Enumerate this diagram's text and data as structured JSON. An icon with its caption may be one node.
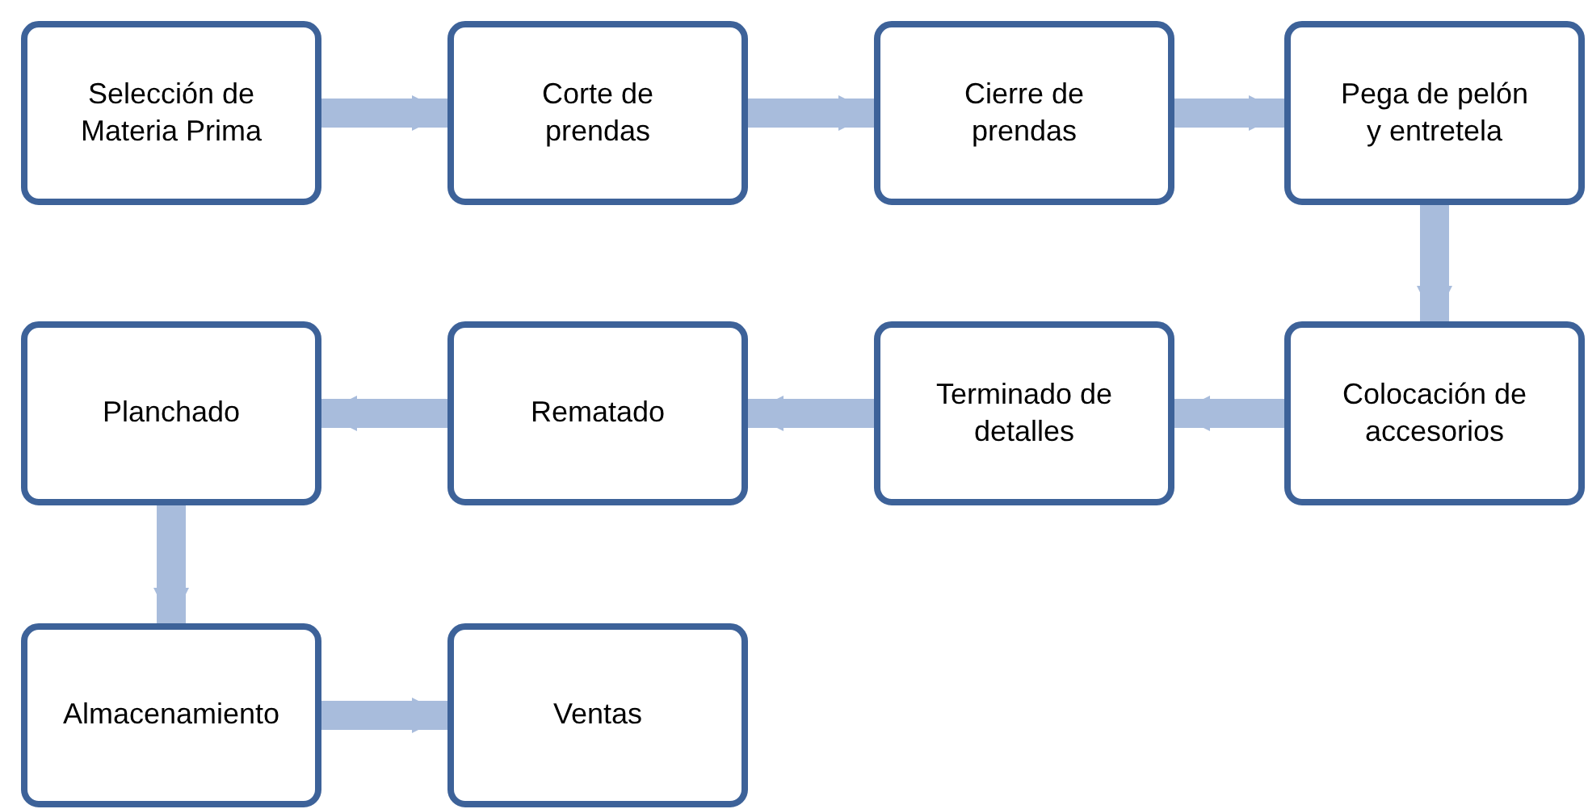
{
  "diagram": {
    "nodes": [
      {
        "text": [
          "Selección de Materia Prima"
        ]
      },
      {
        "text": [
          "Corte de prendas"
        ]
      },
      {
        "text": [
          "Cierre de prendas"
        ]
      },
      {
        "text": [
          "Pega de pelón y entretela"
        ]
      },
      {
        "text": [
          "Planchado"
        ]
      },
      {
        "text": [
          "Rematado"
        ]
      },
      {
        "text": [
          "Terminado de detalles"
        ]
      },
      {
        "text": [
          "Colocación de accesorios"
        ]
      },
      {
        "text": [
          "Almacenamiento"
        ]
      },
      {
        "text": [
          "Ventas"
        ]
      }
    ],
    "edges": [
      {
        "from": 0,
        "to": 1,
        "arrow": "to"
      },
      {
        "from": 1,
        "to": 2,
        "arrow": "to"
      },
      {
        "from": 2,
        "to": 3,
        "arrow": "to"
      },
      {
        "from": 3,
        "to": 7,
        "arrow": "to"
      },
      {
        "from": 7,
        "to": 6,
        "arrow": "to"
      },
      {
        "from": 6,
        "to": 5,
        "arrow": "to"
      },
      {
        "from": 5,
        "to": 4,
        "arrow": "to"
      },
      {
        "from": 4,
        "to": 8,
        "arrow": "to"
      },
      {
        "from": 8,
        "to": 9,
        "arrow": "to"
      }
    ]
  }
}
